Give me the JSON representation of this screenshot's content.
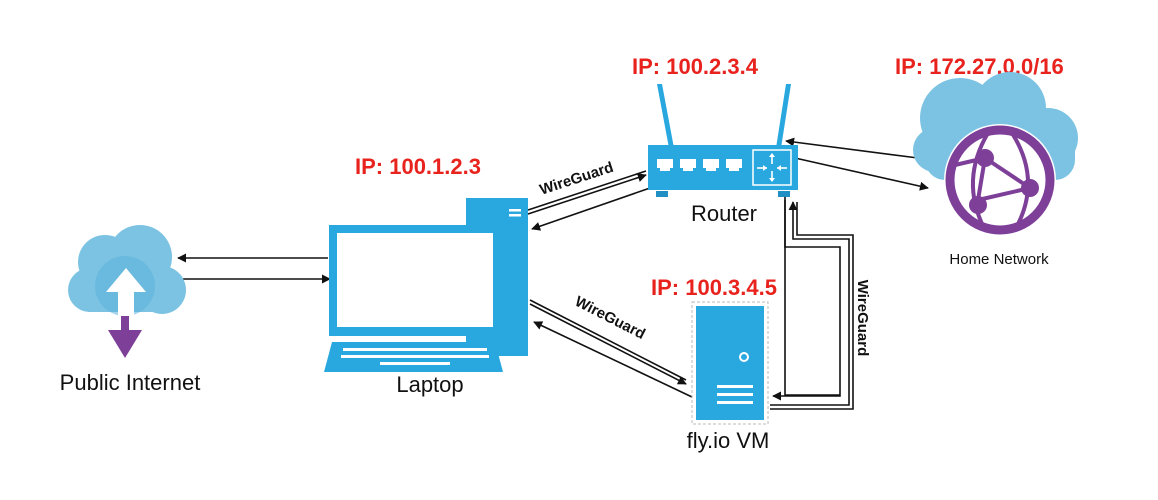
{
  "colors": {
    "device": "#29A8E0",
    "device_dark": "#1F8FC4",
    "cloud": "#7CC3E3",
    "cloud_dark": "#5BB1DC",
    "purple": "#7E3F98",
    "ip_red": "#E8231E",
    "link": "#111111"
  },
  "nodes": {
    "public_internet": {
      "label": "Public Internet",
      "icon": "cloud-upload-download-icon"
    },
    "laptop": {
      "label": "Laptop",
      "ip": "IP: 100.1.2.3",
      "icon": "desktop-computer-icon"
    },
    "router": {
      "label": "Router",
      "ip": "IP: 100.2.3.4",
      "icon": "wireless-router-icon"
    },
    "home_network": {
      "label": "Home Network",
      "ip": "IP: 172.27.0.0/16",
      "icon": "cloud-globe-network-icon"
    },
    "fly_vm": {
      "label": "fly.io VM",
      "ip": "IP: 100.3.4.5",
      "icon": "server-tower-icon"
    }
  },
  "links": {
    "laptop_router": {
      "label": "WireGuard"
    },
    "laptop_vm": {
      "label": "WireGuard"
    },
    "vm_router": {
      "label": "WireGuard"
    }
  }
}
